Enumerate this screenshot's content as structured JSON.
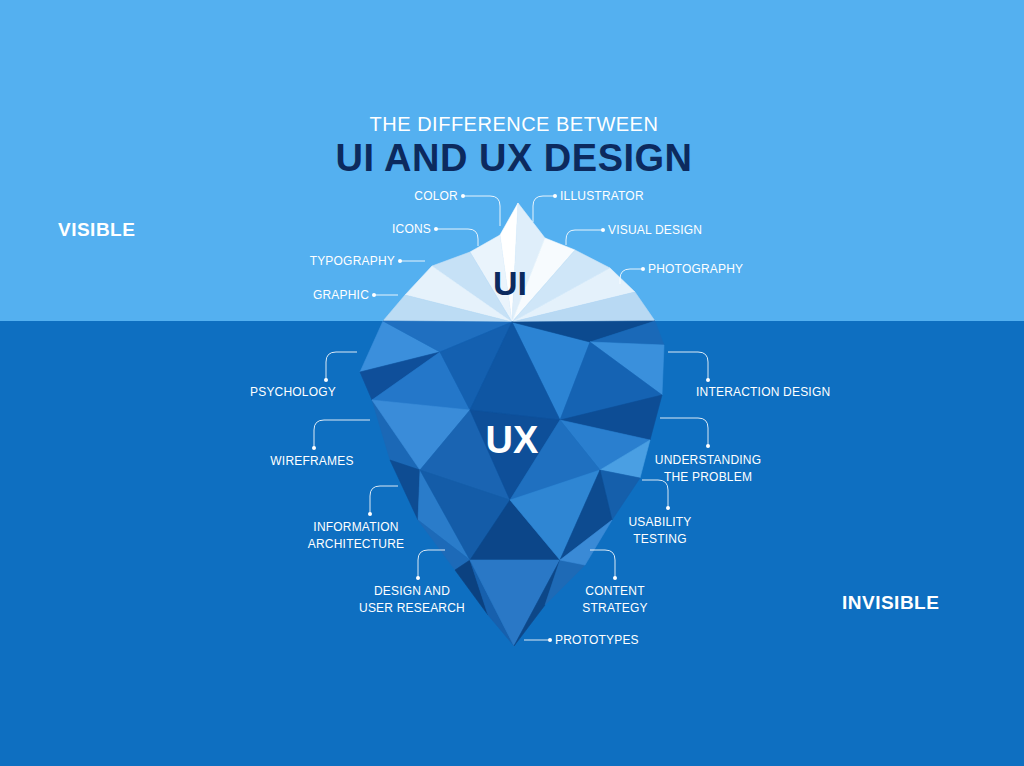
{
  "diagram": {
    "title": "UI AND UX DESIGN",
    "nodes": [
      {
        "text": [
          "UI"
        ]
      },
      {
        "text": [
          "UX"
        ]
      }
    ],
    "labels": [
      "THE DIFFERENCE BETWEEN",
      "VISIBLE",
      "COLOR",
      "ILLUSTRATOR",
      "ICONS",
      "VISUAL DESIGN",
      "TYPOGRAPHY",
      "PHOTOGRAPHY",
      "GRAPHIC",
      "PSYCHOLOGY",
      "INTERACTION DESIGN",
      "WIREFRAMES",
      "UNDERSTANDING THE PROBLEM",
      "INFORMATION ARCHITECTURE",
      "USABILITY TESTING",
      "DESIGN AND USER RESEARCH",
      "CONTENT STRATEGY",
      "INVISIBLE",
      "PROTOTYPES"
    ]
  }
}
